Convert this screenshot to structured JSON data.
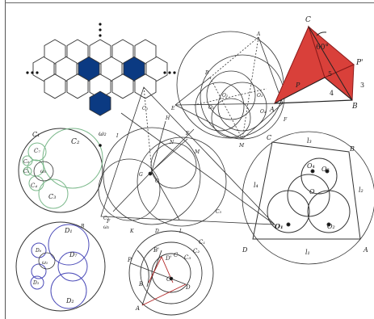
{
  "colors": {
    "hex_blue": "#0b3a82",
    "red_fill": "#d9403a",
    "red_stroke": "#b02020",
    "green_circle": "#7ab88a",
    "blue_circle": "#4a4ab8",
    "line": "#333333"
  },
  "hex_figure": {
    "dots": "·  ·  ·"
  },
  "triangle_figure": {
    "C": "C",
    "P_prime": "P'",
    "P": "P",
    "A": "A",
    "B": "B",
    "angle": "60°",
    "n5": "5",
    "n4": "4",
    "n3": "3"
  },
  "cyclic_figure": {
    "A": "A",
    "B": "B",
    "E": "E",
    "F": "F",
    "M": "M",
    "O1": "O₁",
    "O2": "O₂",
    "O3": "O₃",
    "O4": "O₄"
  },
  "green_chain": {
    "w2": "ω₂",
    "C1": "C₁",
    "C2": "C₂",
    "C3": "C₃",
    "C4": "C₄",
    "C5": "C₅",
    "C6": "C₆",
    "C7": "C₇",
    "w1": "ω₁"
  },
  "center_triangle": {
    "I": "I",
    "C3": "C₃",
    "H": "H",
    "N": "N",
    "E": "E",
    "M": "M",
    "G": "G",
    "O": "O",
    "F": "F",
    "K": "K",
    "D": "D",
    "L": "L",
    "C2": "C₂",
    "w2": "ω₂",
    "C5": "C₅"
  },
  "trapezoid_figure": {
    "C": "C",
    "B": "B",
    "l3": "l₃",
    "l4": "l₄",
    "l2": "l₂",
    "l1": "l₁",
    "O4": "O₄",
    "O3": "O₃",
    "O": "O",
    "O1": "O₁",
    "O2": "O₂",
    "D": "D",
    "A": "A"
  },
  "blue_chain": {
    "B": "B",
    "D1": "D₁",
    "D6": "D₆",
    "D7": "D₇",
    "w1": "ω₁",
    "D3": "D₃",
    "D2": "D₂"
  },
  "concentric_figure": {
    "C1": "C₁",
    "C2": "C₂",
    "C3": "C₃",
    "B_prime": "B'",
    "D_prime": "D'",
    "C": "C",
    "P": "P",
    "B": "B",
    "O": "O",
    "D": "D",
    "A": "A"
  }
}
